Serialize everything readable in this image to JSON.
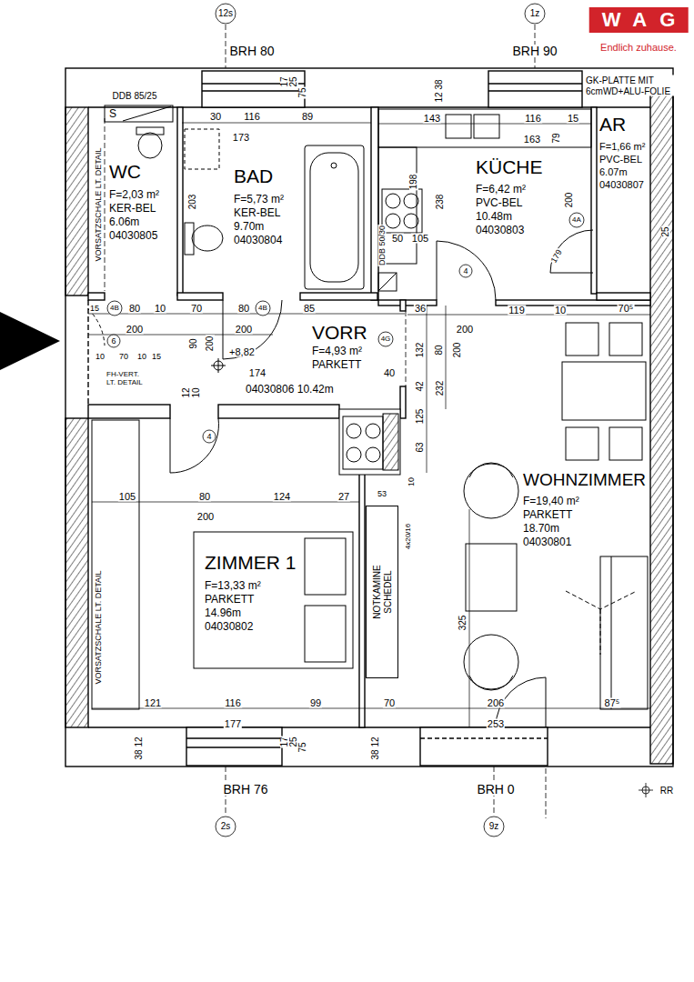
{
  "diagram": {
    "nodes": [
      {
        "text": [
          "WC",
          "F=2,03 m²",
          "KER-BEL",
          "6.06m",
          "04030805"
        ]
      },
      {
        "text": [
          "BAD",
          "F=5,73 m²",
          "KER-BEL",
          "9.70m",
          "04030804"
        ]
      },
      {
        "text": [
          "KÜCHE",
          "F=6,42 m²",
          "PVC-BEL",
          "10.48m",
          "04030803"
        ]
      },
      {
        "text": [
          "AR",
          "F=1,66 m²",
          "PVC-BEL",
          "6.07m",
          "04030807"
        ]
      },
      {
        "text": [
          "VORR",
          "F=4,93 m²",
          "PARKETT",
          "04030806 10.42m"
        ]
      },
      {
        "text": [
          "ZIMMER 1",
          "F=13,33 m²",
          "PARKETT",
          "14.96m",
          "04030802"
        ]
      },
      {
        "text": [
          "WOHNZIMMER",
          "F=19,40 m²",
          "PARKETT",
          "18.70m",
          "04030801"
        ]
      },
      {
        "text": [
          "NOTKAMINE SCHEDEL"
        ]
      }
    ],
    "labels": [
      "WAG",
      "Endlich zuhause.",
      "12s",
      "1z",
      "BRH 80",
      "BRH 90",
      "GK-PLATTE MIT 6cmWD+ALU-FOLIE",
      "DDB 85/25",
      "S",
      "30",
      "116",
      "89",
      "173",
      "17",
      "25",
      "75",
      "12 38",
      "143",
      "116",
      "15",
      "163",
      "79",
      "203",
      "198",
      "238",
      "200",
      "25",
      "50",
      "105",
      "DDB 50/30",
      "VORSATZSCHALE LT. DETAIL",
      "VORSATZSCHALE LT. DETAIL",
      "15",
      "4B",
      "80",
      "10",
      "70",
      "80",
      "4B",
      "85",
      "36",
      "119",
      "10",
      "70⁵",
      "200",
      "200",
      "200",
      "6",
      "90",
      "200",
      "4G",
      "132",
      "80",
      "200",
      "+8,82",
      "10",
      "70",
      "10",
      "15",
      "174",
      "40",
      "FH-VERT. LT. DETAIL",
      "42",
      "232",
      "12",
      "10",
      "125",
      "4",
      "63",
      "10",
      "53",
      "4x20/16",
      "4",
      "4A",
      "179",
      "105",
      "80",
      "124",
      "27",
      "200",
      "325",
      "121",
      "116",
      "99",
      "70",
      "206",
      "87⁵",
      "253",
      "177",
      "38 12",
      "25",
      "17",
      "75",
      "38 12",
      "BRH 76",
      "BRH 0",
      "RR",
      "2s",
      "9z"
    ]
  }
}
